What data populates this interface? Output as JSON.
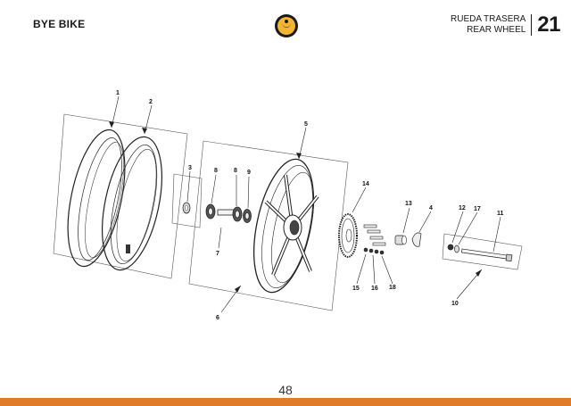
{
  "header": {
    "brand": "BYE BIKE",
    "title_es": "RUEDA TRASERA",
    "title_en": "REAR WHEEL",
    "section_number": "21"
  },
  "logo": {
    "icon": "bye-bike-logo-icon",
    "colors": {
      "ring": "#1a1a1a",
      "fill": "#f2b632"
    }
  },
  "parts": {
    "p1": "1",
    "p2": "2",
    "p3": "3",
    "p4": "4",
    "p5": "5",
    "p6": "6",
    "p7": "7",
    "p8a": "8",
    "p8b": "8",
    "p9": "9",
    "p10": "10",
    "p11": "11",
    "p12": "12",
    "p13": "13",
    "p14": "14",
    "p15": "15",
    "p16": "16",
    "p17": "17",
    "p18": "18"
  },
  "footer": {
    "page_number": "48",
    "bar_color": "#e07b2a"
  }
}
